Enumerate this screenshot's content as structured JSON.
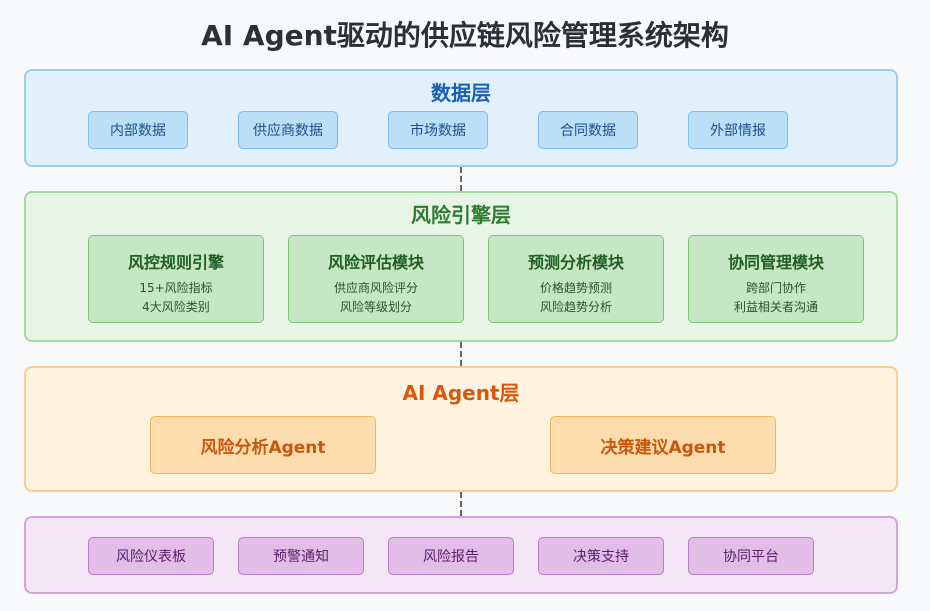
{
  "title": "AI Agent驱动的供应链风险管理系统架构",
  "colors": {
    "data_layer": "#e2f0fc",
    "risk_layer": "#e8f5e6",
    "agent_layer": "#fff3e0",
    "output_layer": "#f5e6f7"
  },
  "data_layer": {
    "title": "数据层",
    "items": [
      "内部数据",
      "供应商数据",
      "市场数据",
      "合同数据",
      "外部情报"
    ]
  },
  "risk_layer": {
    "title": "风险引擎层",
    "modules": [
      {
        "title": "风控规则引擎",
        "lines": [
          "15+风险指标",
          "4大风险类别"
        ]
      },
      {
        "title": "风险评估模块",
        "lines": [
          "供应商风险评分",
          "风险等级划分"
        ]
      },
      {
        "title": "预测分析模块",
        "lines": [
          "价格趋势预测",
          "风险趋势分析"
        ]
      },
      {
        "title": "协同管理模块",
        "lines": [
          "跨部门协作",
          "利益相关者沟通"
        ]
      }
    ]
  },
  "agent_layer": {
    "title": "AI Agent层",
    "agents": [
      "风险分析Agent",
      "决策建议Agent"
    ]
  },
  "output_layer": {
    "items": [
      "风险仪表板",
      "预警通知",
      "风险报告",
      "决策支持",
      "协同平台"
    ]
  }
}
